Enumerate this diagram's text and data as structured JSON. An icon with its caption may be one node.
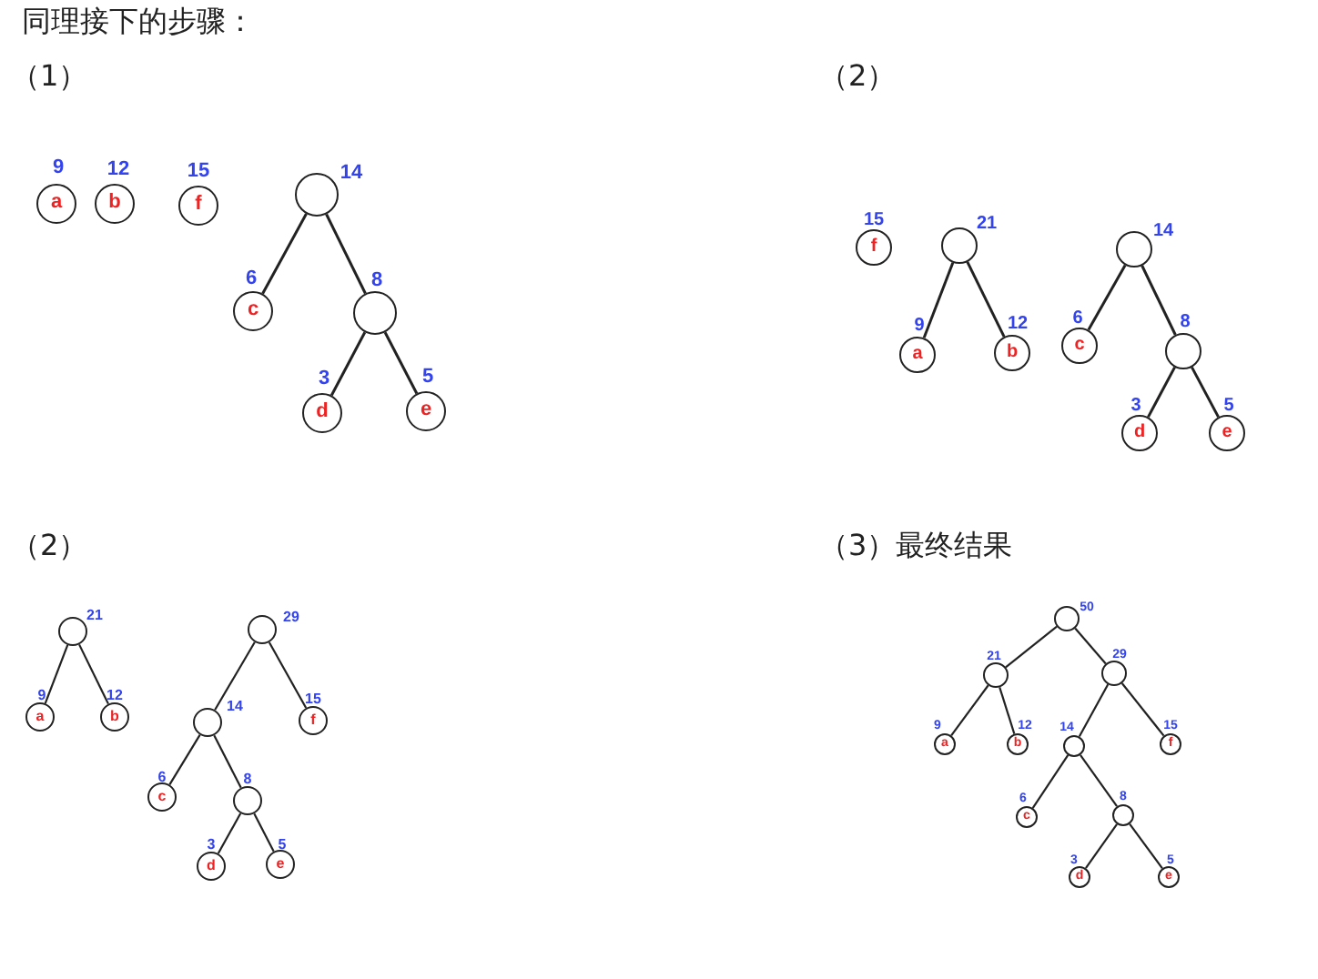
{
  "diagram": {
    "title": "同理接下的步骤：",
    "nodes": [
      {
        "text": [
          "a"
        ],
        "beside": [
          "9"
        ]
      },
      {
        "text": [
          "b"
        ],
        "beside": [
          "12"
        ]
      },
      {
        "text": [
          "f"
        ],
        "beside": [
          "15"
        ]
      },
      {
        "text": [],
        "shape": "circle",
        "beside": [
          "14"
        ]
      },
      {
        "text": [
          "c"
        ],
        "beside": [
          "6"
        ]
      },
      {
        "text": [],
        "shape": "circle",
        "beside": [
          "8"
        ]
      },
      {
        "text": [
          "d"
        ],
        "beside": [
          "3"
        ]
      },
      {
        "text": [
          "e"
        ],
        "beside": [
          "5"
        ]
      },
      {
        "text": [
          "f"
        ],
        "beside": [
          "15"
        ]
      },
      {
        "text": [],
        "shape": "circle",
        "beside": [
          "21"
        ]
      },
      {
        "text": [
          "a"
        ],
        "beside": [
          "9"
        ]
      },
      {
        "text": [
          "b"
        ],
        "beside": [
          "12"
        ]
      },
      {
        "text": [],
        "shape": "circle",
        "beside": [
          "14"
        ]
      },
      {
        "text": [
          "c"
        ],
        "beside": [
          "6"
        ]
      },
      {
        "text": [],
        "shape": "circle",
        "beside": [
          "8"
        ]
      },
      {
        "text": [
          "d"
        ],
        "beside": [
          "3"
        ]
      },
      {
        "text": [
          "e"
        ],
        "beside": [
          "5"
        ]
      },
      {
        "text": [],
        "shape": "circle",
        "beside": [
          "21"
        ]
      },
      {
        "text": [
          "a"
        ],
        "beside": [
          "9"
        ]
      },
      {
        "text": [
          "b"
        ],
        "beside": [
          "12"
        ]
      },
      {
        "text": [],
        "shape": "circle",
        "beside": [
          "29"
        ]
      },
      {
        "text": [],
        "shape": "circle",
        "beside": [
          "14"
        ]
      },
      {
        "text": [
          "f"
        ],
        "beside": [
          "15"
        ]
      },
      {
        "text": [
          "c"
        ],
        "beside": [
          "6"
        ]
      },
      {
        "text": [],
        "shape": "circle",
        "beside": [
          "8"
        ]
      },
      {
        "text": [
          "d"
        ],
        "beside": [
          "3"
        ]
      },
      {
        "text": [
          "e"
        ],
        "beside": [
          "5"
        ]
      },
      {
        "text": [],
        "shape": "circle",
        "beside": [
          "50"
        ]
      },
      {
        "text": [],
        "shape": "circle",
        "beside": [
          "21"
        ]
      },
      {
        "text": [],
        "shape": "circle",
        "beside": [
          "29"
        ]
      },
      {
        "text": [
          "a"
        ],
        "beside": [
          "9"
        ]
      },
      {
        "text": [
          "b"
        ],
        "beside": [
          "12"
        ]
      },
      {
        "text": [],
        "shape": "circle",
        "beside": [
          "14"
        ]
      },
      {
        "text": [
          "f"
        ],
        "beside": [
          "15"
        ]
      },
      {
        "text": [
          "c"
        ],
        "beside": [
          "6"
        ]
      },
      {
        "text": [],
        "shape": "circle",
        "beside": [
          "8"
        ]
      },
      {
        "text": [
          "d"
        ],
        "beside": [
          "3"
        ]
      },
      {
        "text": [
          "e"
        ],
        "beside": [
          "5"
        ]
      }
    ],
    "edges": [
      {
        "from": 3,
        "to": 4,
        "arrow": "none"
      },
      {
        "from": 3,
        "to": 5,
        "arrow": "none"
      },
      {
        "from": 5,
        "to": 6,
        "arrow": "none"
      },
      {
        "from": 5,
        "to": 7,
        "arrow": "none"
      },
      {
        "from": 9,
        "to": 10,
        "arrow": "none"
      },
      {
        "from": 9,
        "to": 11,
        "arrow": "none"
      },
      {
        "from": 12,
        "to": 13,
        "arrow": "none"
      },
      {
        "from": 12,
        "to": 14,
        "arrow": "none"
      },
      {
        "from": 14,
        "to": 15,
        "arrow": "none"
      },
      {
        "from": 14,
        "to": 16,
        "arrow": "none"
      },
      {
        "from": 17,
        "to": 18,
        "arrow": "none"
      },
      {
        "from": 17,
        "to": 19,
        "arrow": "none"
      },
      {
        "from": 20,
        "to": 21,
        "arrow": "none"
      },
      {
        "from": 20,
        "to": 22,
        "arrow": "none"
      },
      {
        "from": 21,
        "to": 23,
        "arrow": "none"
      },
      {
        "from": 21,
        "to": 24,
        "arrow": "none"
      },
      {
        "from": 24,
        "to": 25,
        "arrow": "none"
      },
      {
        "from": 24,
        "to": 26,
        "arrow": "none"
      },
      {
        "from": 27,
        "to": 28,
        "arrow": "none"
      },
      {
        "from": 27,
        "to": 29,
        "arrow": "none"
      },
      {
        "from": 28,
        "to": 30,
        "arrow": "none"
      },
      {
        "from": 28,
        "to": 31,
        "arrow": "none"
      },
      {
        "from": 29,
        "to": 32,
        "arrow": "none"
      },
      {
        "from": 29,
        "to": 33,
        "arrow": "none"
      },
      {
        "from": 32,
        "to": 34,
        "arrow": "none"
      },
      {
        "from": 32,
        "to": 35,
        "arrow": "none"
      },
      {
        "from": 35,
        "to": 36,
        "arrow": "none"
      },
      {
        "from": 35,
        "to": 37,
        "arrow": "none"
      }
    ],
    "labels": [
      "（1）",
      "（2）",
      "（2）",
      "（3）最终结果"
    ]
  }
}
